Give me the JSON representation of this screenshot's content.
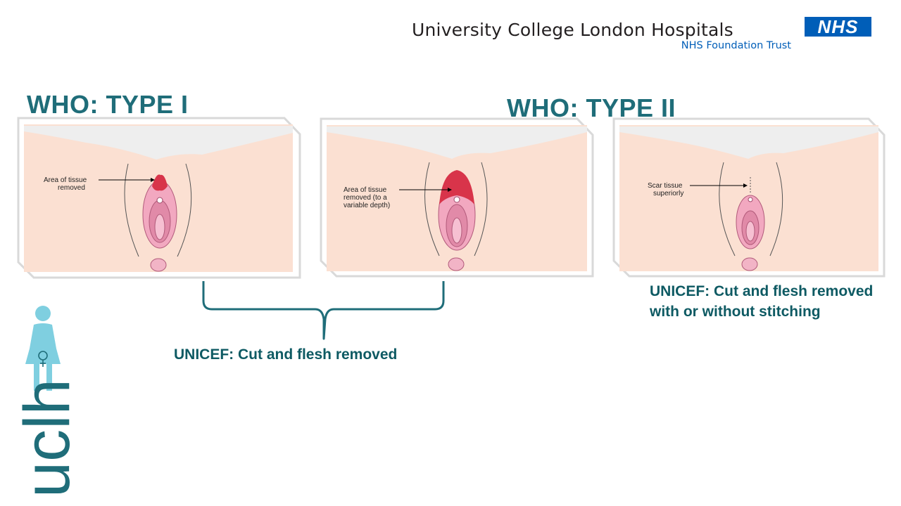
{
  "header": {
    "organisation": "University College London Hospitals",
    "trust": "NHS Foundation Trust",
    "nhs_logo": "NHS"
  },
  "headings": {
    "type_one": "WHO: Type I",
    "type_two": "WHO: Type II"
  },
  "panels": [
    {
      "label_lines": [
        "Area of tissue",
        "removed"
      ]
    },
    {
      "label_lines": [
        "Area of tissue",
        "removed (to a",
        "variable depth)"
      ]
    },
    {
      "label_lines": [
        "Scar tissue",
        "superiorly"
      ]
    }
  ],
  "captions": {
    "group_one": "UNICEF: Cut and flesh removed",
    "group_two": "UNICEF: Cut and flesh removed with or without stitching"
  },
  "logo": {
    "text": "uclh",
    "icon": "female-figure-icon"
  },
  "colors": {
    "heading": "#1f6d79",
    "caption": "#0e5a63",
    "skin": "#fbe0d2",
    "tissue_removed": "#d8344a",
    "nhs_blue": "#005eb8"
  }
}
